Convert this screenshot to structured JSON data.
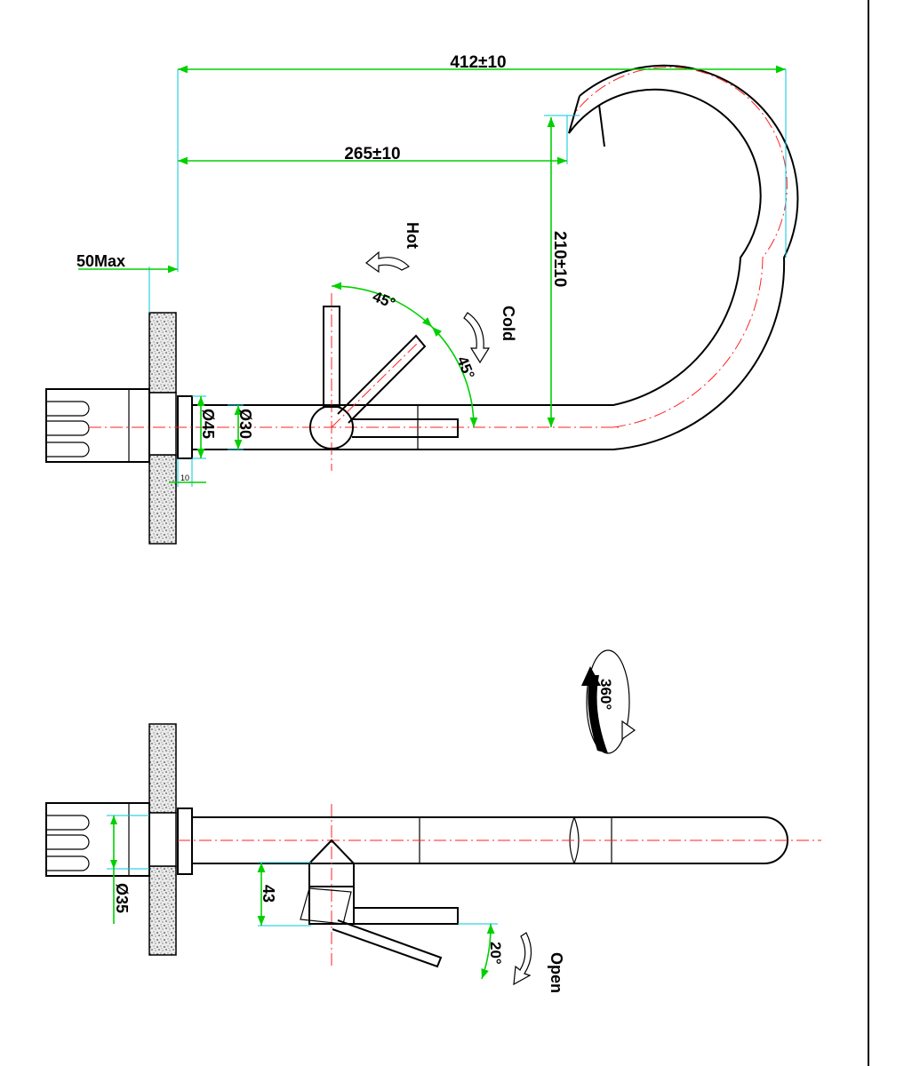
{
  "side_view": {
    "dim_overall_length": "412±10",
    "dim_spout_reach": "265±10",
    "dim_spout_height": "210±10",
    "dim_wall_thickness": "50Max",
    "dim_flange_diameter": "Ø45",
    "dim_tube_diameter": "Ø30",
    "dim_flange_depth": "10",
    "label_hot": "Hot",
    "label_cold": "Cold",
    "angle_hot": "45°",
    "angle_cold": "45°"
  },
  "top_view": {
    "dim_body_diameter": "Ø35",
    "dim_handle_offset": "43",
    "angle_open": "20°",
    "label_open": "Open",
    "rotation_label": "360°"
  },
  "colors": {
    "dimension_line": "#00d000",
    "extension_line": "#00c8d8",
    "center_line": "#ff2222",
    "outline": "#000000"
  }
}
